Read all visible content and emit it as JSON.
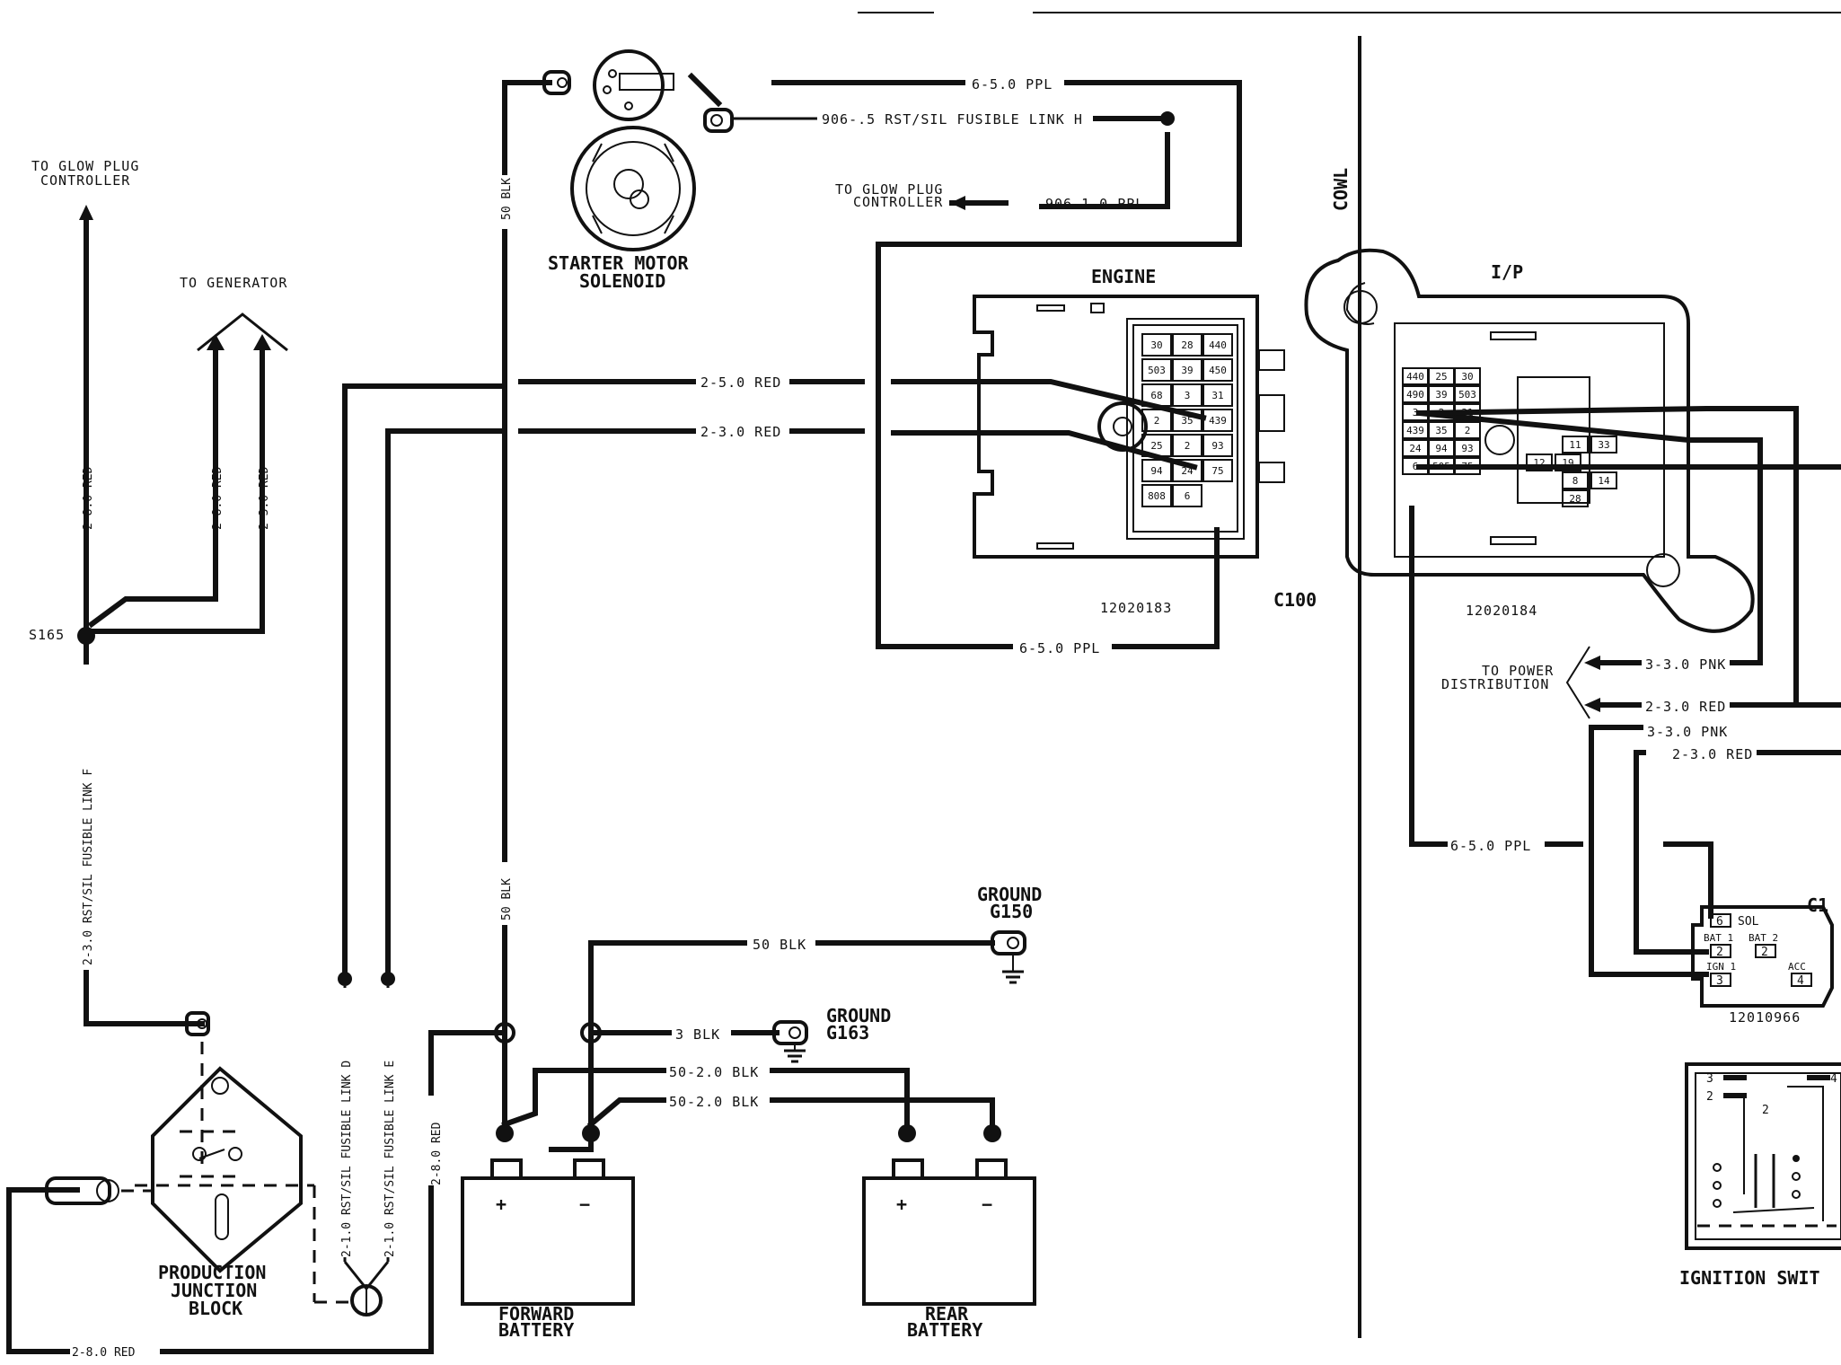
{
  "labels": {
    "to_glow_plug_controller_left_1": "TO GLOW PLUG",
    "to_glow_plug_controller_left_2": "CONTROLLER",
    "to_generator": "TO GENERATOR",
    "wire_2_8_red_v1": "2-8.0 RED",
    "wire_2_8_red_v2": "2-8.0 RED",
    "wire_2_3_red_v": "2-3.0 RED",
    "splice_s165": "S165",
    "fusible_link_f": "2-3.0 RST/SIL FUSIBLE LINK F",
    "starter_motor_solenoid_1": "STARTER MOTOR",
    "starter_motor_solenoid_2": "SOLENOID",
    "wire_6_5_ppl_top": "6-5.0 PPL",
    "fusible_link_h": "906-.5 RST/SIL FUSIBLE LINK H",
    "to_glow_plug_controller_mid_1": "TO GLOW PLUG",
    "to_glow_plug_controller_mid_2": "CONTROLLER",
    "wire_906_1_ppl": "906-1.0 PPL",
    "wire_50_blk_top": "50 BLK",
    "wire_2_5_red": "2-5.0 RED",
    "wire_2_3_red_h": "2-3.0 RED",
    "engine": "ENGINE",
    "part_12020183": "12020183",
    "c100": "C100",
    "wire_6_5_ppl_bottom": "6-5.0 PPL",
    "cowl": "COWL",
    "ip": "I/P",
    "part_12020184": "12020184",
    "to_power_distribution_1": "TO POWER",
    "to_power_distribution_2": "DISTRIBUTION",
    "wire_3_3_pnk_a": "3-3.0 PNK",
    "wire_2_3_red_b": "2-3.0 RED",
    "wire_3_3_pnk_c": "3-3.0 PNK",
    "wire_2_3_red_d": "2-3.0 RED",
    "wire_6_5_ppl_right": "6-5.0 PPL",
    "c1": "C1",
    "sol": "SOL",
    "bat1": "BAT 1",
    "bat2": "BAT 2",
    "ign1": "IGN 1",
    "acc": "ACC",
    "part_12010966": "12010966",
    "ground_g150_1": "GROUND",
    "ground_g150_2": "G150",
    "wire_50_blk_h": "50 BLK",
    "wire_3_blk": "3 BLK",
    "ground_g163_1": "GROUND",
    "ground_g163_2": "G163",
    "wire_50_2_blk_a": "50-2.0 BLK",
    "wire_50_2_blk_b": "50-2.0 BLK",
    "wire_50_blk_v": "50 BLK",
    "fusible_link_d": "2-1.0 RST/SIL FUSIBLE LINK D",
    "fusible_link_e": "2-1.0 RST/SIL FUSIBLE LINK E",
    "wire_2_8_red_right": "2-8.0 RED",
    "forward_battery_1": "FORWARD",
    "forward_battery_2": "BATTERY",
    "rear_battery_1": "REAR",
    "rear_battery_2": "BATTERY",
    "production_junction_block_1": "PRODUCTION",
    "production_junction_block_2": "JUNCTION",
    "production_junction_block_3": "BLOCK",
    "wire_2_8_red_bottom": "2-8.0 RED",
    "ignition_switch": "IGNITION SWIT",
    "plus": "+",
    "minus": "−"
  },
  "engine_connector": {
    "cells": [
      "30",
      "28",
      "440",
      "503",
      "39",
      "450",
      "68",
      "3",
      "31",
      "2",
      "35",
      "439",
      "25",
      "2",
      "93",
      "94",
      "24",
      "75",
      "808",
      "6"
    ]
  },
  "ip_connector": {
    "cells": [
      "440",
      "25",
      "30",
      "490",
      "39",
      "503",
      "3",
      "2",
      "31",
      "439",
      "35",
      "2",
      "24",
      "94",
      "93",
      "6",
      "505",
      "75",
      "11",
      "33",
      "12",
      "19",
      "8",
      "14",
      "28"
    ]
  },
  "c1_pins": [
    "6",
    "2",
    "2",
    "3",
    "4"
  ],
  "ign_switch_pins": [
    "3",
    "2",
    "2",
    "4"
  ]
}
